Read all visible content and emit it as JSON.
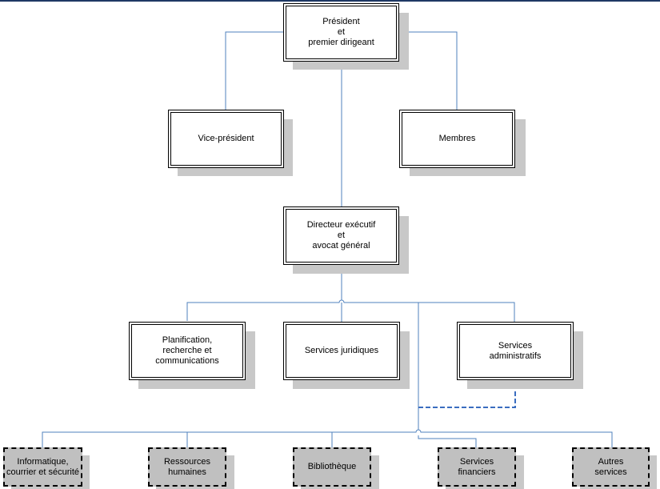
{
  "colors": {
    "connector": "#4f81bd",
    "dashed_connector": "#3a6dc0",
    "shadow": "#c8c8c8",
    "dashed_box_fill": "#c0c0c0"
  },
  "boxes": {
    "president": {
      "lines": [
        "Président",
        "et",
        "premier dirigeant"
      ]
    },
    "vice_president": {
      "lines": [
        "Vice-président"
      ]
    },
    "membres": {
      "lines": [
        "Membres"
      ]
    },
    "directeur": {
      "lines": [
        "Directeur exécutif",
        "et",
        "avocat général"
      ]
    },
    "planification": {
      "lines": [
        "Planification,",
        "recherche et",
        "communications"
      ]
    },
    "juridiques": {
      "lines": [
        "Services juridiques"
      ]
    },
    "administratifs": {
      "lines": [
        "Services",
        "administratifs"
      ]
    },
    "informatique": {
      "lines": [
        "Informatique,",
        "courrier et sécurité"
      ]
    },
    "ressources": {
      "lines": [
        "Ressources",
        "humaines"
      ]
    },
    "bibliotheque": {
      "lines": [
        "Bibliothèque"
      ]
    },
    "financiers": {
      "lines": [
        "Services",
        "financiers"
      ]
    },
    "autres": {
      "lines": [
        "Autres",
        "services"
      ]
    }
  }
}
